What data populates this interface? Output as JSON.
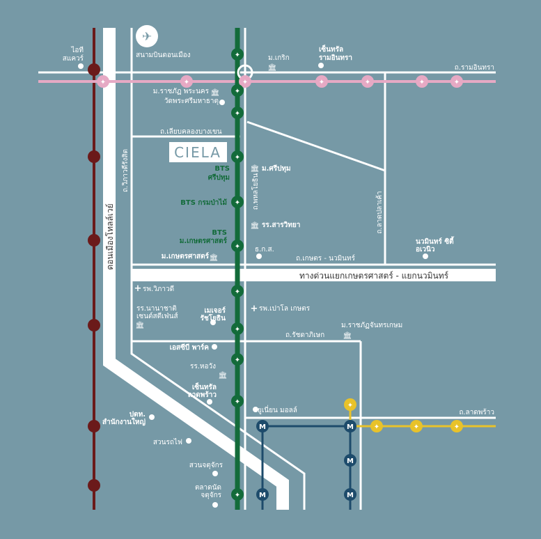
{
  "colors": {
    "background": "#7699a6",
    "dark_red_line": "#6b1a1a",
    "pink_line": "#e6a9c4",
    "green_line": "#136b3a",
    "yellow_line": "#e8c22a",
    "blue_line": "#1d4b6b"
  },
  "logo": "CIELA",
  "roads": {
    "ram_inthra": "ถ.รามอินทรา",
    "liap_khlong": "ถ.เลียบคลองบางเขน",
    "vibhavadi": "ถ.วิภาวดีรังสิต",
    "tollway": "ดอนเมืองโทลล์เวย์",
    "phahon": "ถ.พหลโยธิน",
    "lat_pla_khao": "ถ.ลาดปลาเค้า",
    "kaset_nawamin": "ถ.เกษตร - นวมินทร์",
    "expressway": "ทางด่วนแยกเกษตรศาสตร์ - แยกนวมินทร์",
    "ratchadaphisek": "ถ.รัชดาภิเษก",
    "lat_phrao": "ถ.ลาดพร้าว"
  },
  "places": {
    "it_square_1": "ไอที",
    "it_square_2": "สแควร์",
    "airport": "สนามบินดอนเมือง",
    "kasem": "ม.เกริก",
    "central_ram_1": "เซ็นทรัล",
    "central_ram_2": "รามอินทรา",
    "rajabhat_phranakhon": "ม.ราชภัฏ พระนคร",
    "wat": "วัดพระศรีมหาธาตุ",
    "sripatum": "ม.ศรีปทุม",
    "sarawittaya": "รร.สารวิทยา",
    "baac": "ธ.ก.ส.",
    "kasetsart_u": "ม.เกษตรศาสตร์",
    "nawamin_1": "นวมินทร์ ซิตี้",
    "nawamin_2": "อเวนิว",
    "vibhavadi_hosp": "รพ.วิภาวดี",
    "st_stephen_1": "รร.นานาชาติ",
    "st_stephen_2": "เซนต์สตีเฟ่นส์",
    "major_1": "เมเจอร์",
    "major_2": "รัชโยธิน",
    "paolo": "รพ.เปาโล เกษตร",
    "chandrakasem": "ม.ราชภัฏจันทรเกษม",
    "scb_park": "เอสซีบี พาร์ค",
    "horwang": "รร.หอวัง",
    "central_lp_1": "เซ็นทรัล",
    "central_lp_2": "ลาดพร้าว",
    "union_mall": "ยูเนี่ยน มอลล์",
    "ptt_1": "ปตท.",
    "ptt_2": "สำนักงานใหญ่",
    "rot_fai_park": "สวนรถไฟ",
    "chatuchak_park": "สวนจตุจักร",
    "market_1": "ตลาดนัด",
    "market_2": "จตุจักร"
  },
  "stations": {
    "bts": "BTS",
    "sripatum": "ศรีปทุม",
    "royal_forest": "BTS กรมป่าไม้",
    "kasetsart_1": "BTS",
    "kasetsart_2": "ม.เกษตรศาสตร์",
    "metro_label": "M"
  }
}
